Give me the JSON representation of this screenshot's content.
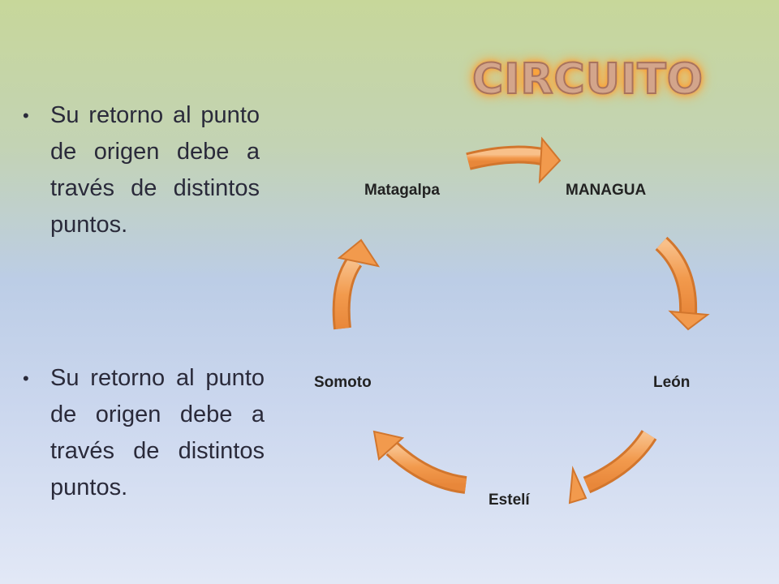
{
  "title": "CIRCUITO",
  "bullets": [
    {
      "text": "Su retorno al punto de origen debe a través de distintos puntos."
    },
    {
      "text": "Su retorno al punto de origen debe a través de distintos puntos."
    }
  ],
  "cycle": {
    "nodes": [
      "Matagalpa",
      "MANAGUA",
      "León",
      "Estelí",
      "Somoto"
    ],
    "arrow_color": "#f29a4d",
    "arrow_edge_color": "#e07b2e"
  }
}
